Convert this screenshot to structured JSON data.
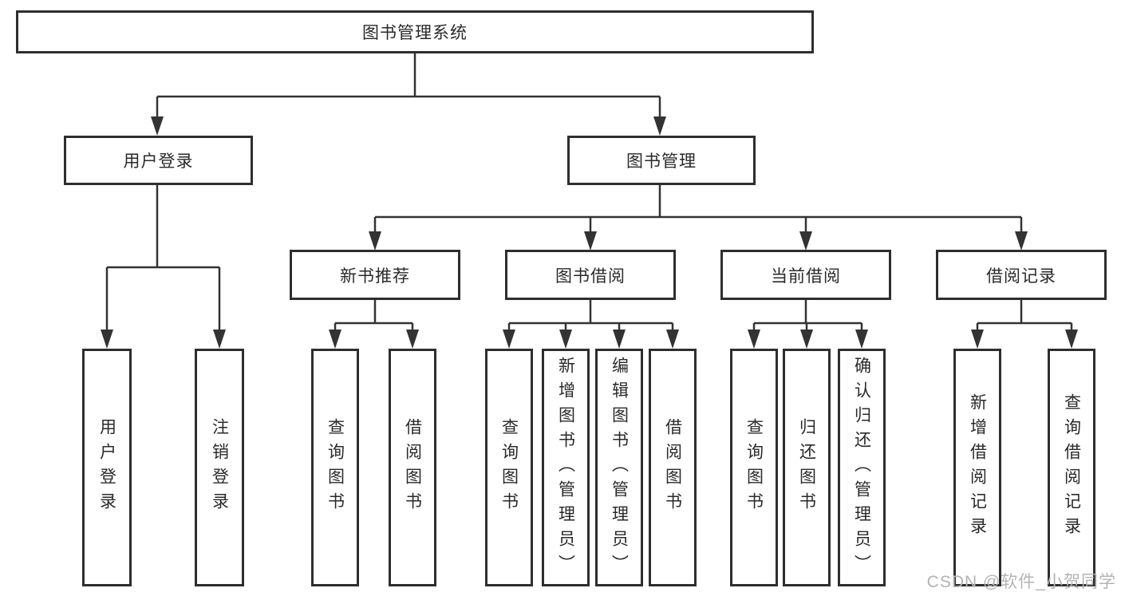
{
  "tree": {
    "root": {
      "label": "图书管理系统"
    },
    "branches": [
      {
        "label": "用户登录",
        "children": [
          {
            "label": "用户登录"
          },
          {
            "label": "注销登录"
          }
        ]
      },
      {
        "label": "图书管理",
        "children": [
          {
            "label": "新书推荐",
            "children": [
              {
                "label": "查询图书"
              },
              {
                "label": "借阅图书"
              }
            ]
          },
          {
            "label": "图书借阅",
            "children": [
              {
                "label": "查询图书"
              },
              {
                "label": "新增图书（管理员）"
              },
              {
                "label": "编辑图书（管理员）"
              },
              {
                "label": "借阅图书"
              }
            ]
          },
          {
            "label": "当前借阅",
            "children": [
              {
                "label": "查询图书"
              },
              {
                "label": "归还图书"
              },
              {
                "label": "确认归还（管理员）"
              }
            ]
          },
          {
            "label": "借阅记录",
            "children": [
              {
                "label": "新增借阅记录"
              },
              {
                "label": "查询借阅记录"
              }
            ]
          }
        ]
      }
    ]
  },
  "watermark": {
    "text": "CSDN @软件_小贺同学"
  },
  "colors": {
    "box_border": "#2e2e2e",
    "connector": "#333333",
    "text": "#2a2a2a",
    "watermark": "#b4b4b4",
    "background": "#ffffff"
  }
}
